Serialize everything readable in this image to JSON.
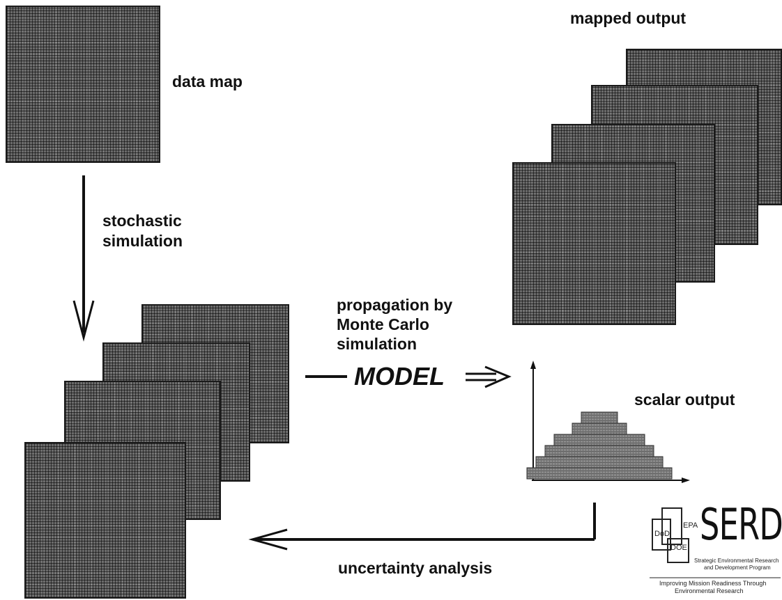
{
  "labels": {
    "data_map": "data map",
    "stochastic_line1": "stochastic",
    "stochastic_line2": "simulation",
    "propagation_line1": "propagation by",
    "propagation_line2": "Monte Carlo",
    "propagation_line3": "simulation",
    "model": "MODEL",
    "mapped_output": "mapped output",
    "scalar_output": "scalar output",
    "uncertainty_analysis": "uncertainty analysis"
  },
  "logo": {
    "title": "SERDP",
    "dod": "DoD",
    "epa": "EPA",
    "doe": "DOE",
    "subtitle_line1": "Strategic Environmental Research",
    "subtitle_line2": "and Development Program",
    "tagline_line1": "Improving Mission Readiness Through",
    "tagline_line2": "Environmental Research"
  },
  "colors": {
    "map_fill": "#6a6a6a",
    "histogram_bar": "#8a8a8a",
    "ink": "#111111"
  },
  "histogram": {
    "levels": [
      2,
      3,
      5,
      6,
      7,
      8
    ]
  }
}
